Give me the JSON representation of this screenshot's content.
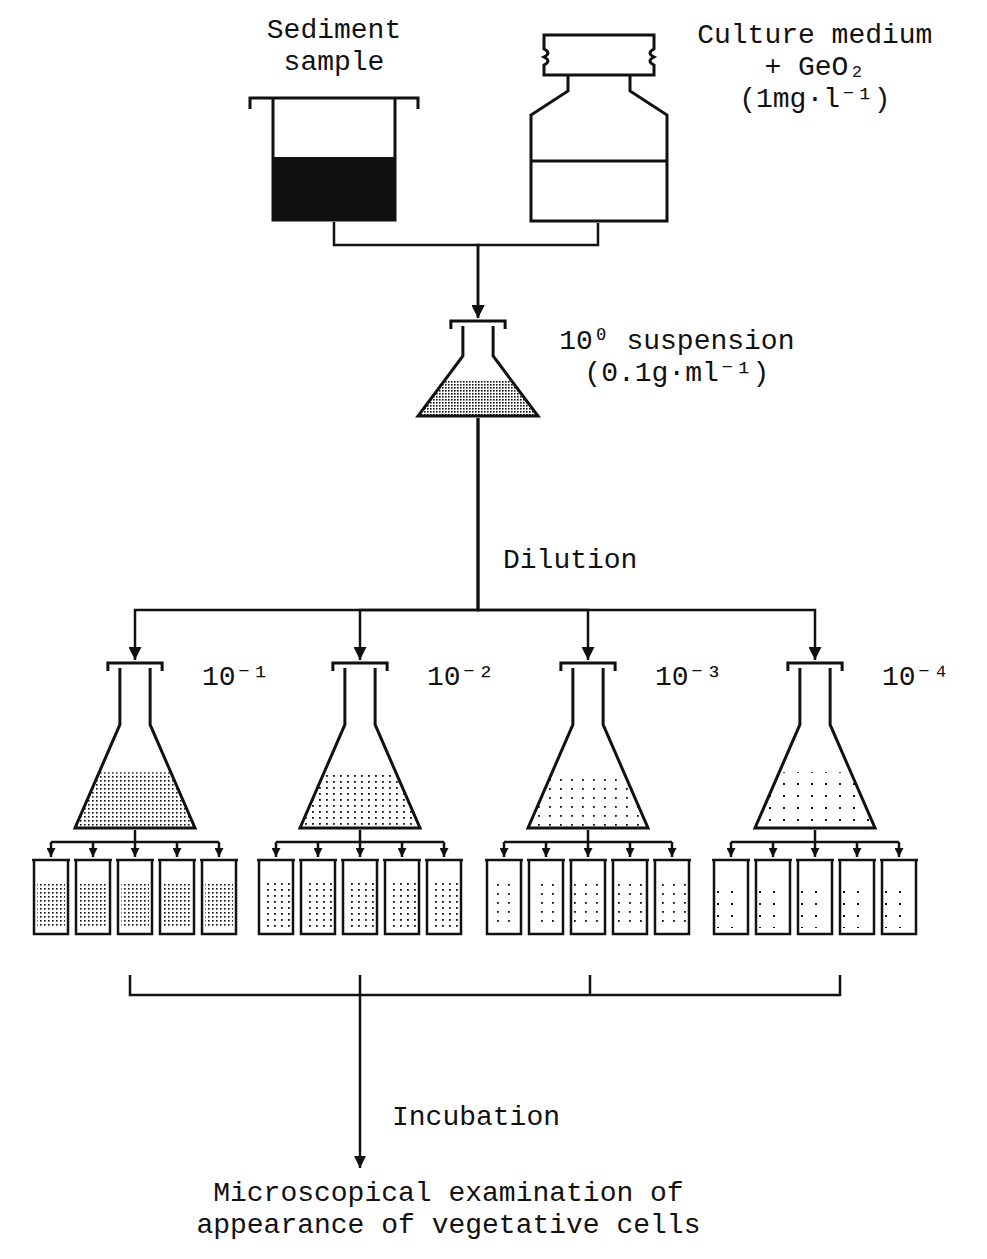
{
  "diagram": {
    "nodes": [
      {
        "text": [
          "Sediment sample"
        ]
      },
      {
        "text": [
          "Culture medium + GeO₂ (1mg·l⁻¹)"
        ]
      },
      {
        "text": [
          "10⁰ suspension (0.1g·ml⁻¹)"
        ]
      },
      {
        "text": [
          "10⁻¹"
        ]
      },
      {
        "text": [
          "10⁻²"
        ]
      },
      {
        "text": [
          "10⁻³"
        ]
      },
      {
        "text": [
          "10⁻⁴"
        ]
      },
      {
        "text": [
          "Microscopical examination of appearance of vegetative cells"
        ]
      }
    ],
    "edges": [
      {
        "from": 0,
        "to": 2,
        "arrow": "to"
      },
      {
        "from": 1,
        "to": 2,
        "arrow": "to"
      },
      {
        "from": 2,
        "to": 3,
        "label": "Dilution",
        "arrow": "to"
      },
      {
        "from": 2,
        "to": 4,
        "arrow": "to"
      },
      {
        "from": 2,
        "to": 5,
        "arrow": "to"
      },
      {
        "from": 2,
        "to": 6,
        "arrow": "to"
      }
    ],
    "labels": [
      "Incubation"
    ]
  }
}
